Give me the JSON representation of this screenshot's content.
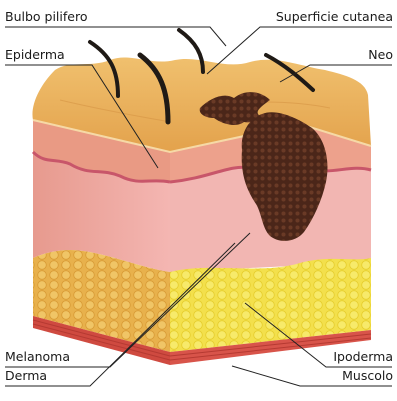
{
  "labels": {
    "bulbo_pilifero": "Bulbo pilifero",
    "superficie_cutanea": "Superficie cutanea",
    "epiderma": "Epiderma",
    "neo": "Neo",
    "melanoma": "Melanoma",
    "ipoderma": "Ipoderma",
    "derma": "Derma",
    "muscolo": "Muscolo"
  },
  "colors": {
    "surface_top": "#e9b25e",
    "epidermis_front": "#f2a987",
    "dermis_front": "#eeaeaa",
    "dermis_right": "#f2b8b4",
    "hypodermis": "#f2e24a",
    "hypodermis_left": "#e9b24a",
    "muscle": "#d9574a",
    "mole": "#4a2418",
    "hair": "#1f1a16",
    "leader_line": "#222222"
  },
  "icons": {
    "hair_strands": "hair-strand-shape",
    "mole": "mole-blob-shape",
    "melanoma": "melanoma-mass-shape"
  }
}
